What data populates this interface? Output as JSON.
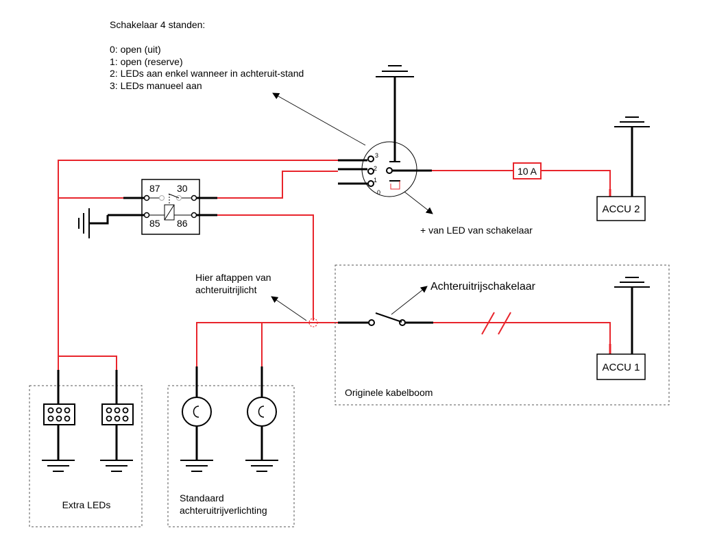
{
  "switch_title": "Schakelaar 4 standen:",
  "switch_positions": [
    "0: open (uit)",
    "1: open (reserve)",
    "2: LEDs aan enkel wanneer in achteruit-stand",
    "3: LEDs manueel aan"
  ],
  "switch_terminals": [
    "3",
    "2",
    "1",
    "0"
  ],
  "relay_pins": {
    "p87": "87",
    "p30": "30",
    "p85": "85",
    "p86": "86"
  },
  "fuse_label": "10 A",
  "accu2_label": "ACCU 2",
  "accu1_label": "ACCU 1",
  "led_plus_label": "+ van LED van schakelaar",
  "tap_label": [
    "Hier aftappen van",
    "achteruitrijlicht"
  ],
  "reverse_switch_label": "Achteruitrijschakelaar",
  "harness_label": "Originele kabelboom",
  "extra_leds_label": "Extra LEDs",
  "standard_lights_label": [
    "Standaard",
    "achteruitrijverlichting"
  ]
}
